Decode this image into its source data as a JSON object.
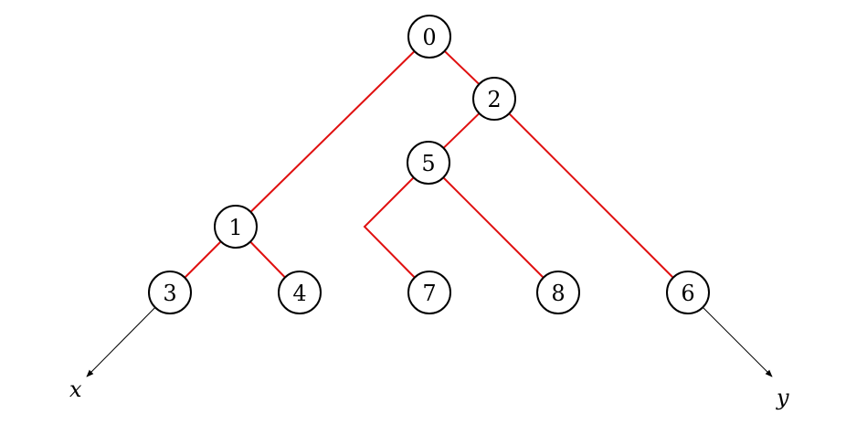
{
  "nodes": [
    {
      "id": "0",
      "label": "0"
    },
    {
      "id": "1",
      "label": "1"
    },
    {
      "id": "2",
      "label": "2"
    },
    {
      "id": "3",
      "label": "3"
    },
    {
      "id": "4",
      "label": "4"
    },
    {
      "id": "5",
      "label": "5"
    },
    {
      "id": "6",
      "label": "6"
    },
    {
      "id": "7",
      "label": "7"
    },
    {
      "id": "8",
      "label": "8"
    }
  ],
  "edges": [
    [
      "0",
      "1"
    ],
    [
      "0",
      "2"
    ],
    [
      "2",
      "5"
    ],
    [
      "2",
      "6"
    ],
    [
      "1",
      "3"
    ],
    [
      "1",
      "4"
    ],
    [
      "5",
      "7"
    ],
    [
      "5",
      "8"
    ]
  ],
  "arrows": [
    {
      "from": "3",
      "label": "x"
    },
    {
      "from": "6",
      "label": "y"
    }
  ],
  "colors": {
    "edge": "#e01010",
    "arrow": "#000000"
  }
}
